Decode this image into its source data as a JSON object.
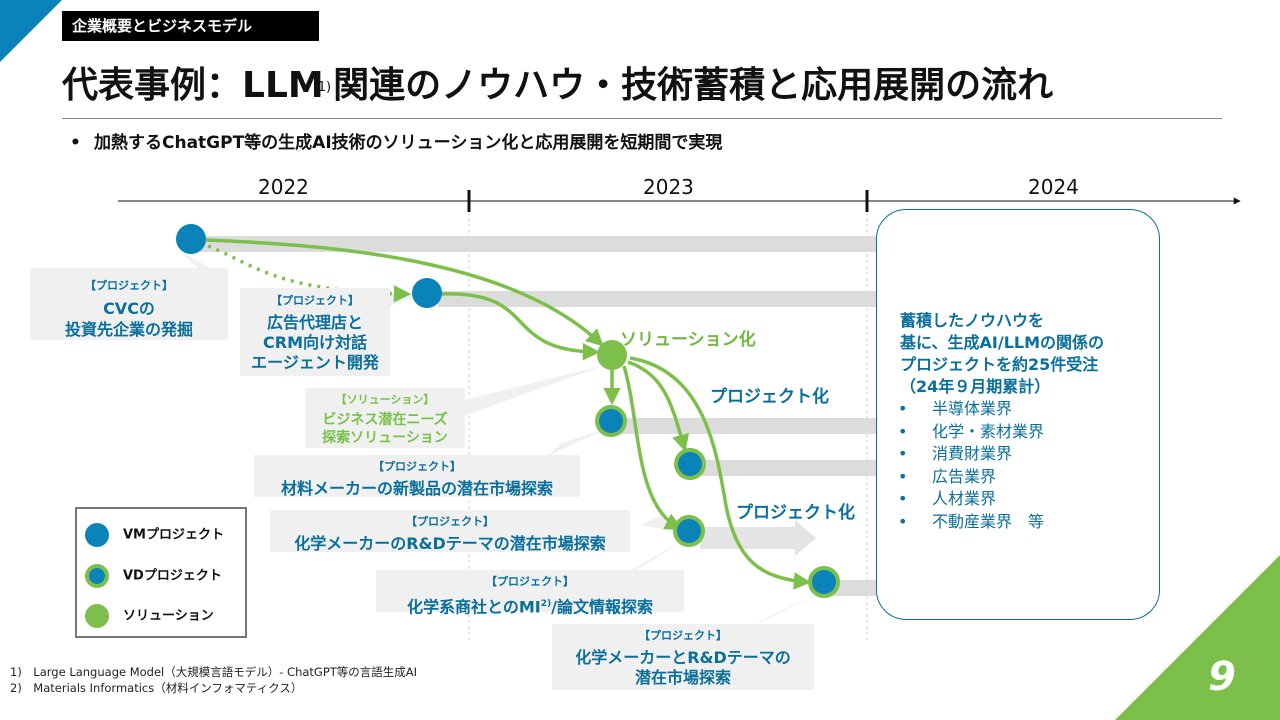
{
  "header": {
    "section_tag": "企業概要とビジネスモデル",
    "title_part1": "代表事例：LLM",
    "title_sup": "1)",
    "title_part2": "関連のノウハウ・技術蓄積と応用展開の流れ",
    "subtitle_bullet": "•",
    "subtitle": "加熱するChatGPT等の生成AI技術のソリューション化と応用展開を短期間で実現"
  },
  "timeline": {
    "years": [
      "2022",
      "2023",
      "2024"
    ]
  },
  "cards": {
    "cvc": {
      "tag": "【プロジェクト】",
      "line1": "CVCの",
      "line2": "投資先企業の発掘"
    },
    "ad": {
      "tag": "【プロジェクト】",
      "line1": "広告代理店と",
      "line2": "CRM向け対話",
      "line3": "エージェント開発"
    },
    "solution": {
      "tag": "【ソリューション】",
      "line1": "ビジネス潜在ニーズ",
      "line2": "探索ソリューション"
    },
    "material": {
      "tag": "【プロジェクト】",
      "line1": "材料メーカーの新製品の潜在市場探索"
    },
    "chem_rd": {
      "tag": "【プロジェクト】",
      "line1": "化学メーカーのR&Dテーマの潜在市場探索"
    },
    "chem_trade": {
      "tag": "【プロジェクト】",
      "line1": "化学系商社とのMI",
      "sup": "2)",
      "line2": "/論文情報探索"
    },
    "chem_rd2": {
      "tag": "【プロジェクト】",
      "line1": "化学メーカーとR&Dテーマの",
      "line2": "潜在市場探索"
    }
  },
  "labels": {
    "solutionize": "ソリューション化",
    "projectize1": "プロジェクト化",
    "projectize2": "プロジェクト化"
  },
  "summary": {
    "line1": "蓄積したノウハウを",
    "line2": "基に、生成AI/LLMの関係の",
    "line3": "プロジェクトを約25件受注",
    "line4": "（24年９月期累計）",
    "bullet": "•",
    "items": [
      "半導体業界",
      "化学・素材業界",
      "消費財業界",
      "広告業界",
      "人材業界",
      "不動産業界　等"
    ]
  },
  "legend": {
    "items": [
      {
        "label": "VMプロジェクト"
      },
      {
        "label": "VDプロジェクト"
      },
      {
        "label": "ソリューション"
      }
    ]
  },
  "footnotes": {
    "f1": "1)　Large Language Model（大規模言語モデル）- ChatGPT等の言語生成AI",
    "f2": "2)　Materials Informatics（材料インフォマティクス）"
  },
  "page_number": "9",
  "colors": {
    "blue": "#0a84b8",
    "green": "#7cc04b",
    "text_blue": "#0b6f9c",
    "grey_bar": "#dcdcdc"
  }
}
